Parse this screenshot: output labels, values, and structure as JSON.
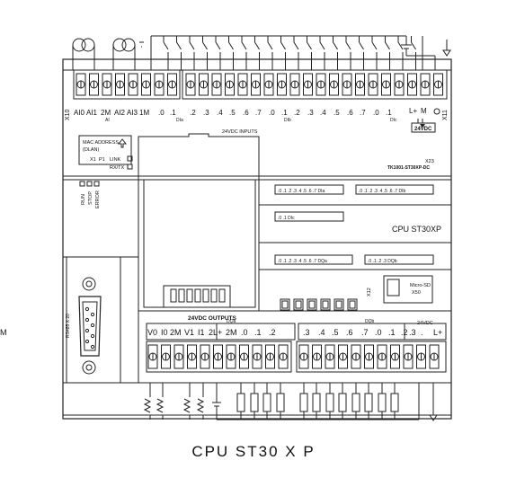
{
  "caption": "CPU ST30 X P",
  "model_label": "CPU ST30XP",
  "top_terminal_labels": {
    "analog": [
      "AI0",
      "AI1",
      "2M",
      "AI2",
      "AI3",
      "1M"
    ],
    "analog_group": "AI",
    "inputs": [
      ".0",
      ".1",
      ".2",
      ".3",
      ".4",
      ".5",
      ".6",
      ".7",
      ".0",
      ".1",
      ".2",
      ".3",
      ".4",
      ".5",
      ".6",
      ".7",
      ".0",
      ".1"
    ],
    "input_groups": [
      "DIa",
      "DIb",
      "DIc"
    ],
    "power": [
      "L+",
      "M"
    ],
    "left_code": "X10",
    "right_code": "X11"
  },
  "inputs_label": "24VDC INPUTS",
  "power_label": "24VDC",
  "mac_label": [
    "MAC ADDRESS",
    "(DLAN)"
  ],
  "port_labels": [
    "X1",
    "P1"
  ],
  "led_labels": [
    "LINK",
    "RX/TX"
  ],
  "status_labels": [
    "RUN",
    "STOP",
    "ERROR"
  ],
  "part_code": "X23",
  "part_number": "TK1001-ST30XP-DC",
  "led_rows": [
    {
      "groups": [
        ".0 .1 .2 .3 .4 .5 .6 .7 DIa",
        ".0 .1 .2 .3 .4 .5 .6 .7 DIb"
      ]
    },
    {
      "groups": [
        ".0 .1 DIc"
      ]
    },
    {
      "groups": [
        ".0 .1 .2 .3 .4 .5 .6 .7 DQa",
        ".0 .1 .2 .3 DQb"
      ]
    }
  ],
  "x12_label": "X12",
  "sd_label": [
    "Micro-SD",
    "X50"
  ],
  "rs485_label": "RS485 X 20",
  "outputs_label": "24VDC OUTPUTS",
  "bottom_terminal_labels": {
    "analog_out": [
      "V0",
      "I0",
      "2M",
      "V1",
      "I1"
    ],
    "outputs": [
      "2L+",
      "2M",
      ".0",
      ".1",
      ".2",
      ".3",
      ".4",
      ".5",
      ".6",
      ".7",
      ".0",
      ".1",
      ".2",
      ".3"
    ],
    "output_groups": [
      "DQa",
      "DQb"
    ],
    "sensor_supply": [
      "L+",
      "M"
    ],
    "supply_label": "24VDC"
  }
}
